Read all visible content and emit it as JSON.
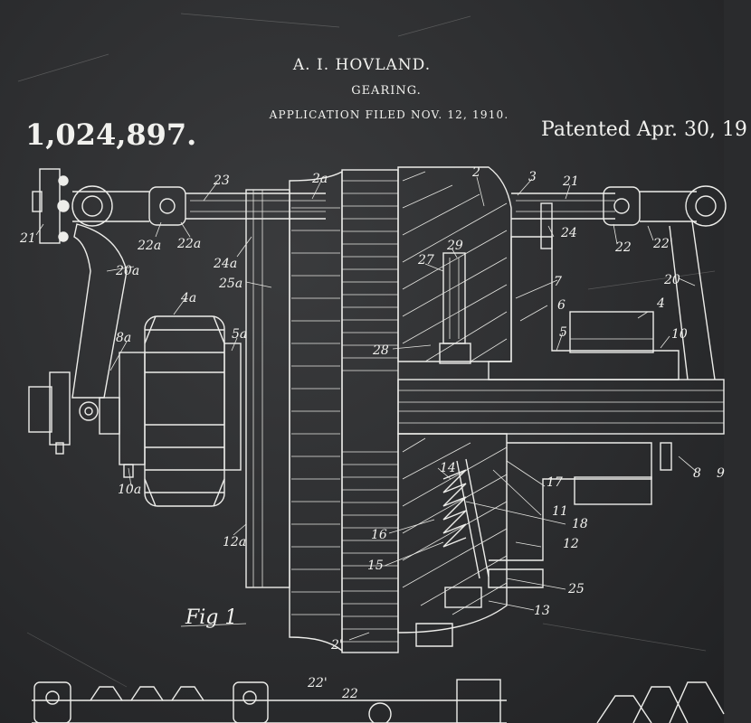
{
  "header": {
    "inventor": "A. I. HOVLAND.",
    "title": "GEARING.",
    "application": "APPLICATION FILED NOV. 12, 1910.",
    "patent_number": "1,024,897.",
    "patented": "Patented Apr. 30, 19"
  },
  "figure_label": "Fig 1",
  "labels": {
    "n2": "2",
    "n3": "3",
    "n21": "21",
    "n23": "23",
    "n2a": "2a",
    "n21a": "21",
    "n22a": "22a",
    "n22a2": "22a",
    "n24a": "24a",
    "n20a": "20a",
    "n25a": "25a",
    "n4a": "4a",
    "n5a": "5a",
    "n8a": "8a",
    "n10a": "10a",
    "n12a": "12a",
    "n2p": "2'",
    "n29": "29",
    "n27": "27",
    "n7": "7",
    "n6": "6",
    "n5": "5",
    "n4": "4",
    "n10": "10",
    "n28": "28",
    "n24": "24",
    "n22": "22",
    "n22p": "22'",
    "n20": "20",
    "n14": "14",
    "n17": "17",
    "n11": "11",
    "n18": "18",
    "n16": "16",
    "n15": "15",
    "n12": "12",
    "n25": "25",
    "n13": "13",
    "n8": "8",
    "n9": "9",
    "n22p2": "22'",
    "n22b": "22"
  }
}
